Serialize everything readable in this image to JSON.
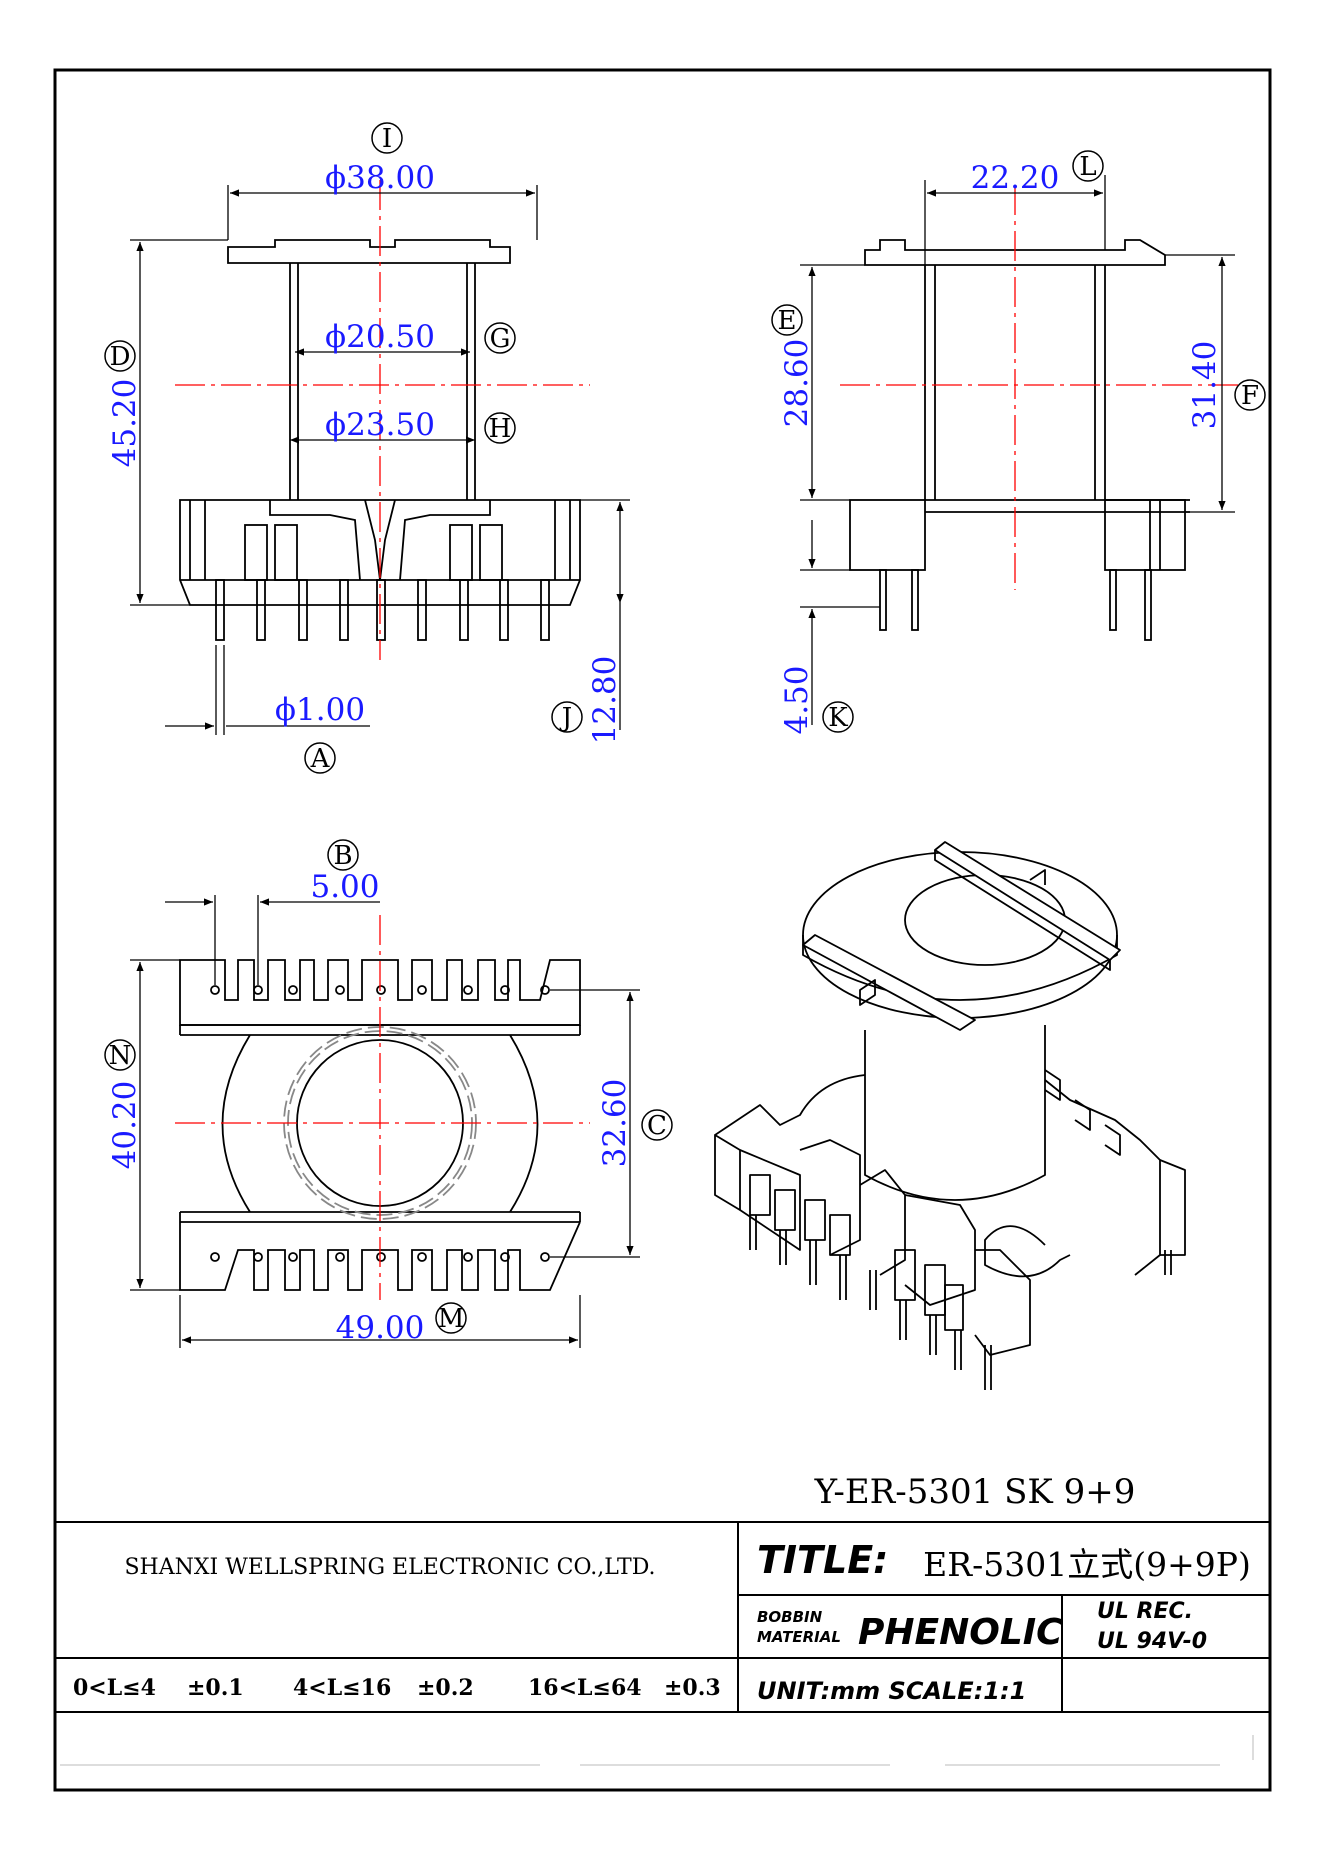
{
  "dimensions": {
    "d_I": "ϕ38.00",
    "d_L": "22.20",
    "d_G": "ϕ20.50",
    "d_H": "ϕ23.50",
    "d_D": "45.20",
    "d_E": "28.60",
    "d_F": "31.40",
    "d_A": "ϕ1.00",
    "d_J": "12.80",
    "d_K": "4.50",
    "d_B": "5.00",
    "d_N": "40.20",
    "d_C": "32.60",
    "d_M": "49.00"
  },
  "markers": [
    "I",
    "L",
    "G",
    "H",
    "D",
    "E",
    "F",
    "A",
    "J",
    "K",
    "B",
    "N",
    "C",
    "M"
  ],
  "part_number": "Y-ER-5301 SK 9+9",
  "company": "SHANXI WELLSPRING ELECTRONIC CO.,LTD.",
  "title_label": "TITLE:",
  "title_value": "ER-5301立式(9+9P)",
  "bobbin_label_1": "BOBBIN",
  "bobbin_label_2": "MATERIAL",
  "material": "PHENOLIC",
  "ul_rec": "UL REC.",
  "ul_rating": "UL 94V-0",
  "tolerances": {
    "t1_range": "0<L≤4",
    "t1_val": "±0.1",
    "t2_range": "4<L≤16",
    "t2_val": "±0.2",
    "t3_range": "16<L≤64",
    "t3_val": "±0.3"
  },
  "unit_scale": "UNIT:mm SCALE:1:1"
}
